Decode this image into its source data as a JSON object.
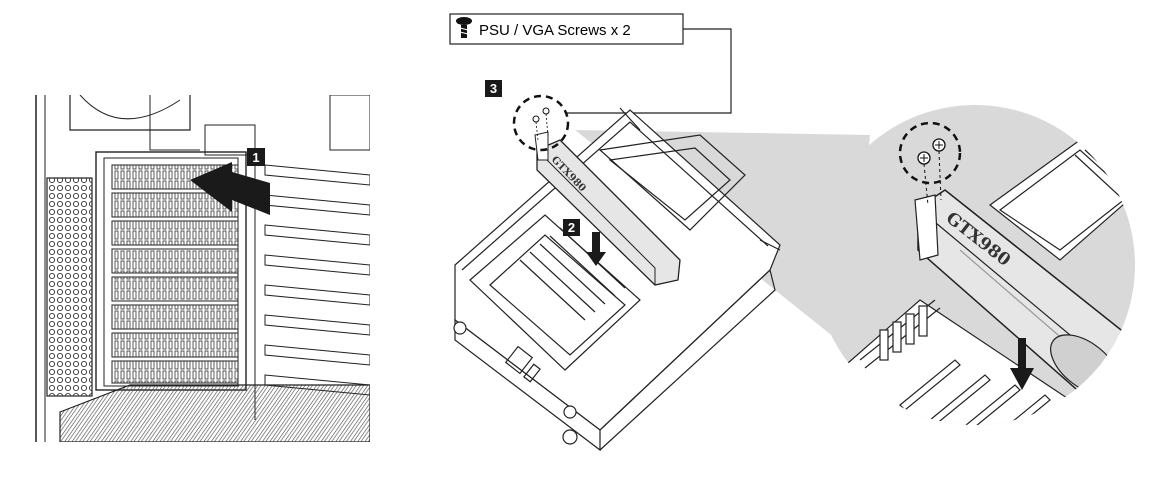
{
  "screw_callout": {
    "icon": "screw-icon",
    "label": "PSU / VGA Screws x 2"
  },
  "steps": {
    "step1": "1",
    "step2": "2",
    "step3": "3"
  },
  "graphics_card": {
    "model": "GTX980"
  },
  "colors": {
    "line": "#222222",
    "zoom_fill": "#d9d9d9",
    "badge": "#1a1a1a"
  }
}
